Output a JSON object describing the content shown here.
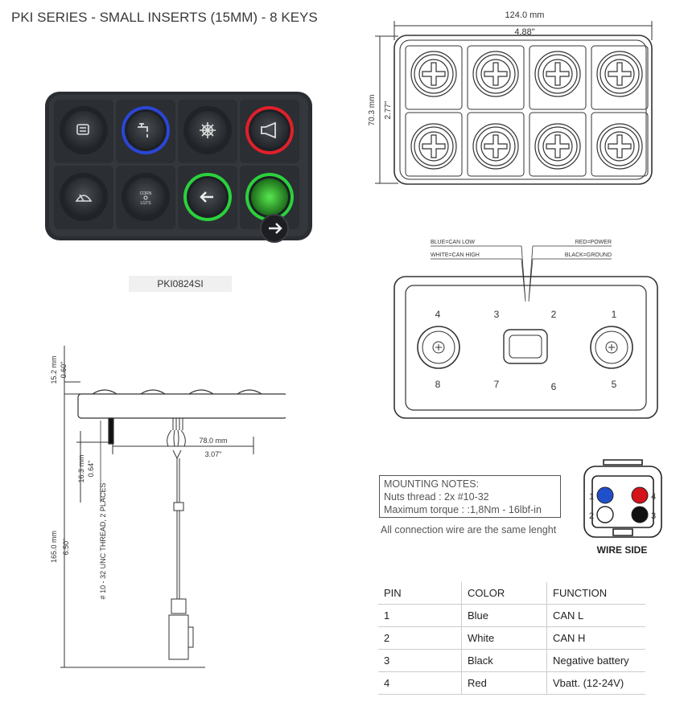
{
  "title": "PKI SERIES - SMALL INSERTS (15MM) - 8 KEYS",
  "part_number": "PKI0824SI",
  "top_view": {
    "width_mm": "124.0 mm",
    "width_in": "4.88\"",
    "height_mm": "70.3 mm",
    "height_in": "2.77\""
  },
  "side_view": {
    "thickness_mm": "15.2 mm",
    "thickness_in": "0.60\"",
    "depth_mm": "16.3 mm",
    "depth_in": "0.64\"",
    "offset_mm": "78.0 mm",
    "offset_in": "3.07\"",
    "cable_mm": "165.0 mm",
    "cable_in": "6.50\"",
    "thread_note": "# 10 - 32 UNC THREAD, 2 PLACES"
  },
  "rear_view": {
    "wire_labels": {
      "blue": "BLUE=CAN LOW",
      "white": "WHITE=CAN HIGH",
      "red": "RED=POWER",
      "black": "BLACK=GROUND"
    },
    "pin_labels": [
      "1",
      "2",
      "3",
      "4",
      "5",
      "6",
      "7",
      "8"
    ]
  },
  "mounting_notes": {
    "heading": "MOUNTING NOTES:",
    "line1": "Nuts thread : 2x #10-32",
    "line2": "Maximum torque : :1,8Nm - 16lbf-in"
  },
  "wire_note": "All connection wire are the same lenght",
  "connector": {
    "label": "WIRE SIDE",
    "pins": [
      "1",
      "2",
      "3",
      "4"
    ],
    "colors": {
      "blue": "#1f4fc9",
      "red": "#d3141b",
      "white": "#ffffff",
      "black": "#111111"
    }
  },
  "key_icons": [
    "windows-icon",
    "tap-icon",
    "snowflake-icon",
    "horn-icon",
    "wiper-icon",
    "corner-lights-icon",
    "arrow-left-icon",
    "arrow-right-icon"
  ],
  "key_text": {
    "corner_lights": "CORN\nLGTS"
  },
  "ring_colors": {
    "blue": "#2a47d6",
    "red": "#e0202a",
    "green": "#2bd13c"
  },
  "pin_table": {
    "headers": [
      "PIN",
      "COLOR",
      "FUNCTION"
    ],
    "rows": [
      [
        "1",
        "Blue",
        "CAN L"
      ],
      [
        "2",
        "White",
        "CAN H"
      ],
      [
        "3",
        "Black",
        "Negative battery"
      ],
      [
        "4",
        "Red",
        "Vbatt. (12-24V)"
      ]
    ]
  }
}
